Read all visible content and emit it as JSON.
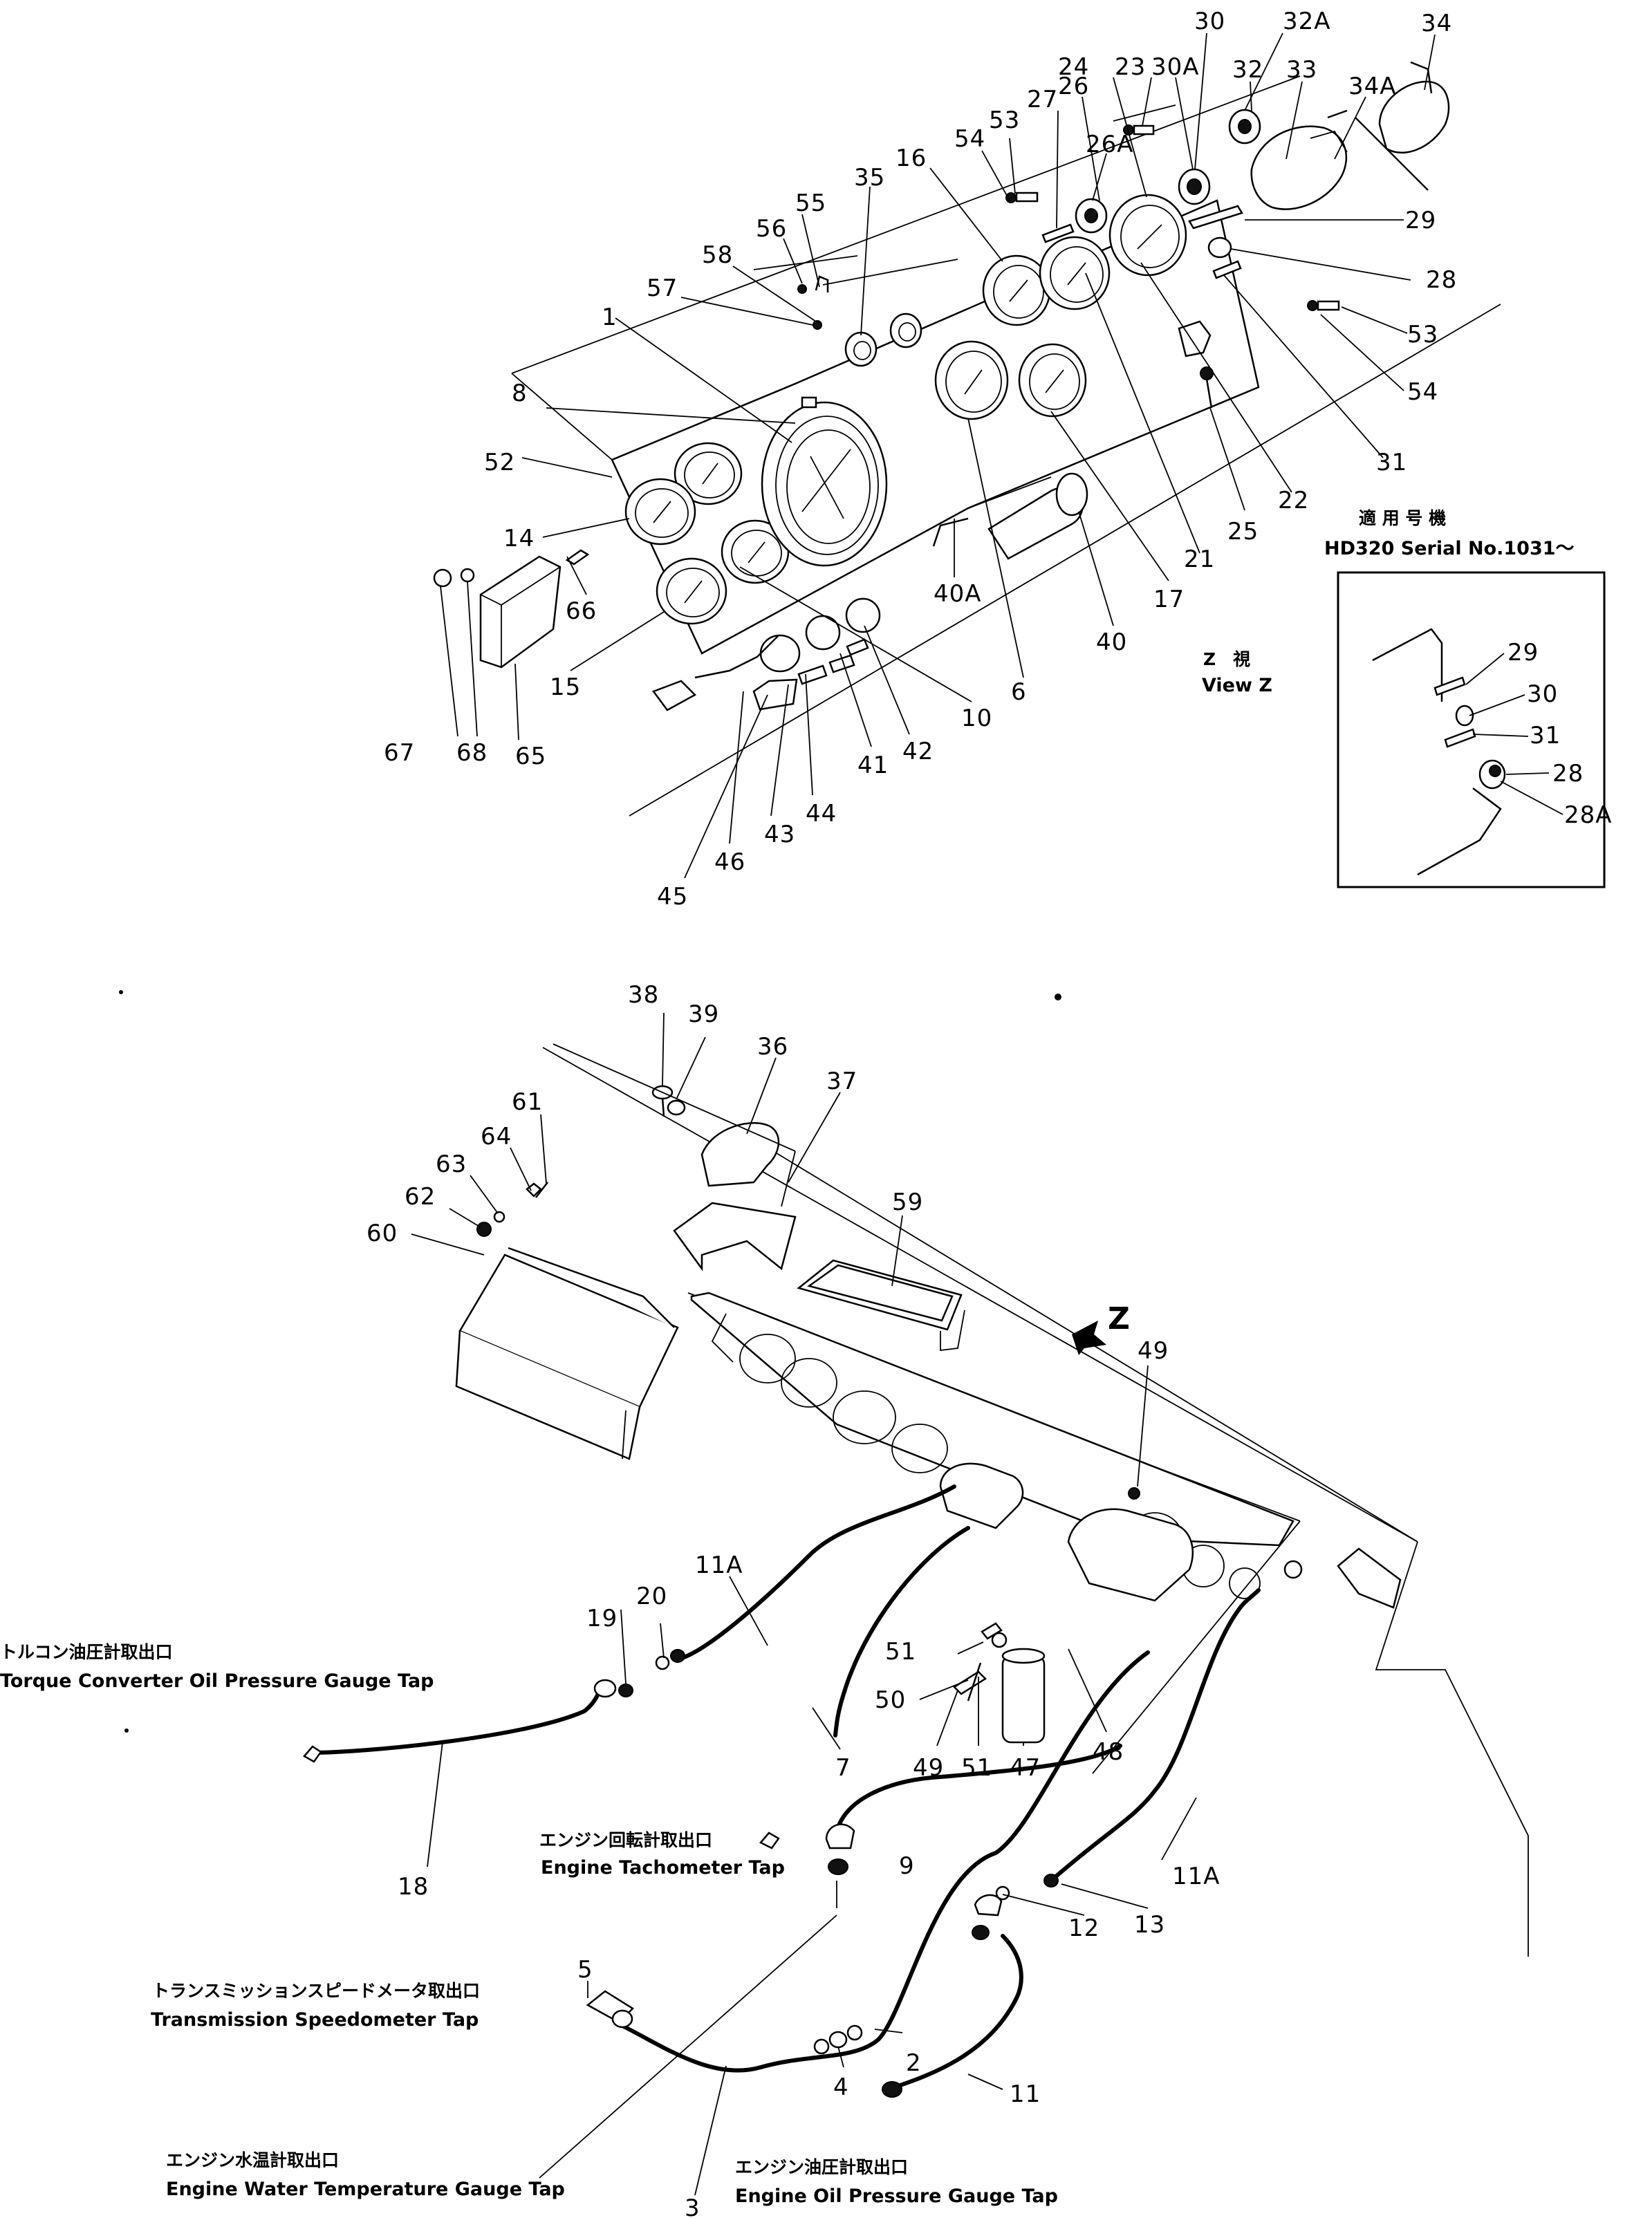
{
  "labels": {
    "n30": "30",
    "n32A": "32A",
    "n34": "34",
    "n23": "23",
    "n30A": "30A",
    "n32": "32",
    "n33": "33",
    "n24": "24",
    "n26": "26",
    "n34A": "34A",
    "n27": "27",
    "n53a": "53",
    "n26A": "26A",
    "n54a": "54",
    "n16": "16",
    "n35": "35",
    "n55": "55",
    "n56": "56",
    "n58": "58",
    "n57": "57",
    "n29": "29",
    "n28": "28",
    "n53b": "53",
    "n54b": "54",
    "n31": "31",
    "n8": "8",
    "n1": "1",
    "n52": "52",
    "n22": "22",
    "n25": "25",
    "n14": "14",
    "n66": "66",
    "n21": "21",
    "n40A": "40A",
    "n17": "17",
    "n40": "40",
    "n67": "67",
    "n68": "68",
    "n65": "65",
    "n15": "15",
    "n6": "6",
    "n10": "10",
    "n42": "42",
    "n41": "41",
    "n44": "44",
    "n43": "43",
    "n46": "46",
    "n45": "45",
    "z29": "29",
    "z30": "30",
    "z31": "31",
    "z28": "28",
    "z28A": "28A",
    "n38": "38",
    "n39": "39",
    "n36": "36",
    "n37": "37",
    "n61": "61",
    "n64": "64",
    "n63": "63",
    "n62": "62",
    "n60": "60",
    "n59": "59",
    "z": "Z",
    "n49a": "49",
    "n11Aa": "11A",
    "n20": "20",
    "n19": "19",
    "n51a": "51",
    "n50": "50",
    "n49b": "49",
    "n51b": "51",
    "n47": "47",
    "n48": "48",
    "n7": "7",
    "n18": "18",
    "n9": "9",
    "n11Ab": "11A",
    "n13": "13",
    "n12": "12",
    "n5": "5",
    "n2": "2",
    "n4": "4",
    "n11": "11",
    "n3": "3"
  },
  "serial": {
    "jp": "適 用 号 機",
    "en": "HD320 Serial No.1031～"
  },
  "view_z": {
    "jp": "Z　視",
    "en": "View  Z"
  },
  "captions": {
    "torque_jp": "トルコン油圧計取出口",
    "torque_en": "Torque Converter Oil Pressure Gauge Tap",
    "tacho_jp": "エンジン回転計取出口",
    "tacho_en": "Engine Tachometer Tap",
    "trans_jp": "トランスミッションスピードメータ取出口",
    "trans_en": "Transmission Speedometer Tap",
    "water_jp": "エンジン水温計取出口",
    "water_en": "Engine Water Temperature Gauge Tap",
    "oil_jp": "エンジン油圧計取出口",
    "oil_en": "Engine Oil Pressure Gauge Tap"
  }
}
